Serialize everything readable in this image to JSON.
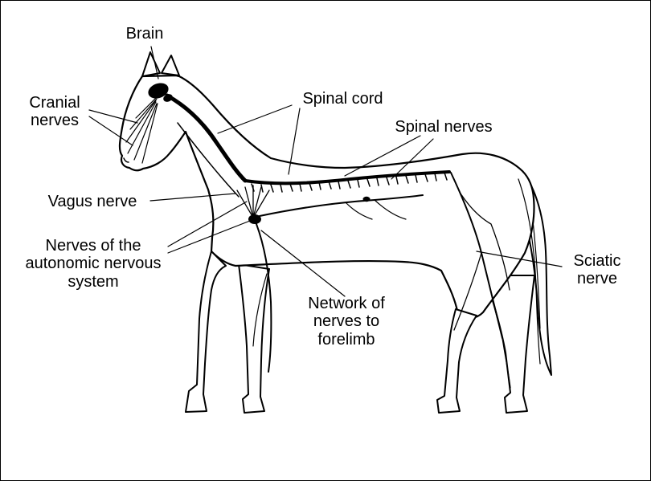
{
  "colors": {
    "ink": "#000000",
    "background": "#ffffff"
  },
  "labels": {
    "brain": "Brain",
    "cranial_nerves": "Cranial\nnerves",
    "spinal_cord": "Spinal cord",
    "spinal_nerves": "Spinal nerves",
    "vagus_nerve": "Vagus nerve",
    "autonomic": "Nerves of the\nautonomic nervous\nsystem",
    "forelimb_network": "Network of\nnerves to\nforelimb",
    "sciatic_nerve": "Sciatic\nnerve"
  }
}
